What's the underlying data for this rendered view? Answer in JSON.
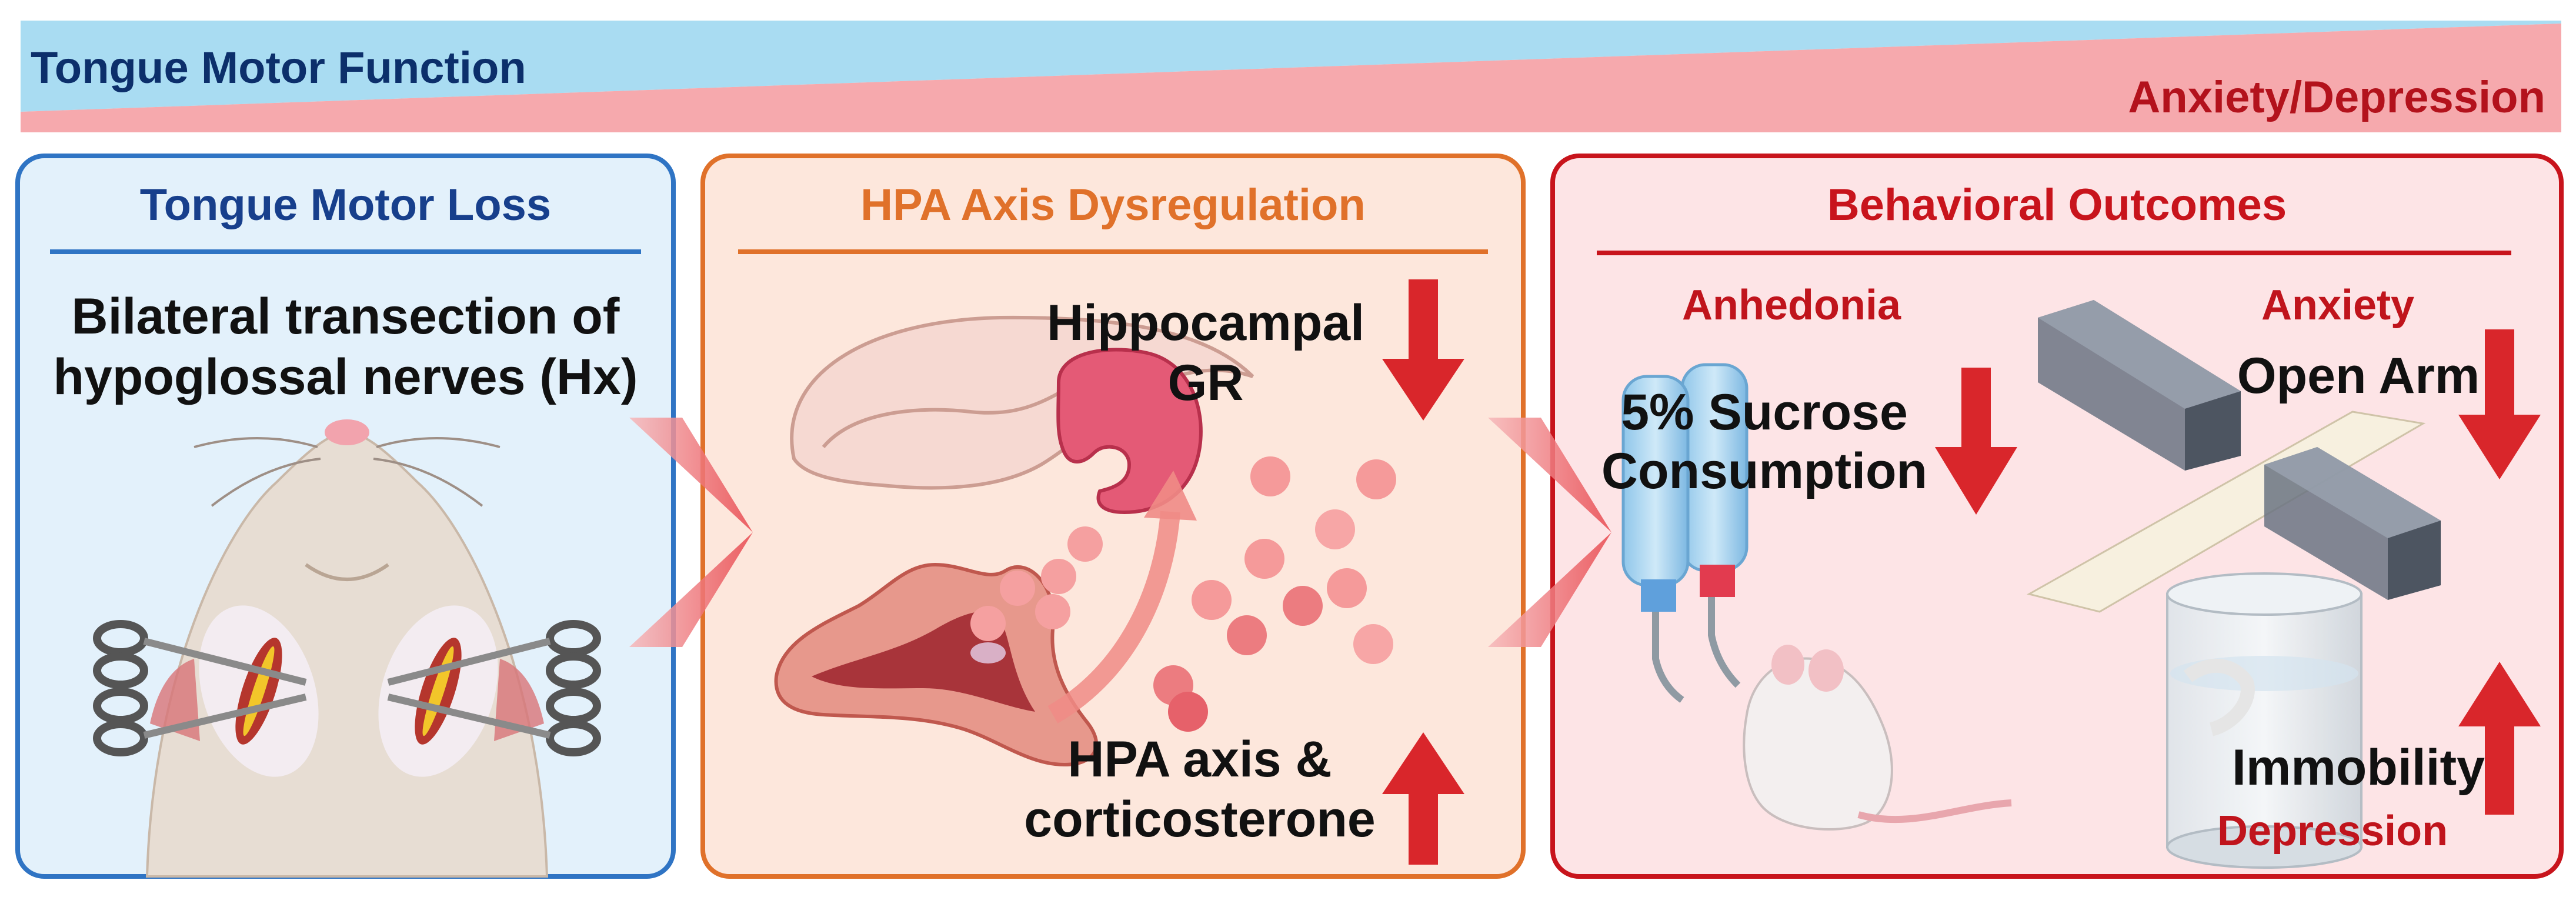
{
  "banner": {
    "left_label": "Tongue Motor Function",
    "right_label": "Anxiety/Depression",
    "colors": {
      "left": "#a9dcf2",
      "right": "#f6a9ad",
      "left_text": "#0c2f6b",
      "right_text": "#b3121c"
    }
  },
  "panels": [
    {
      "title": "Tongue Motor Loss",
      "lines": [
        "Bilateral transection of",
        "hypoglossal nerves (Hx)"
      ],
      "colors": {
        "border": "#2f74c4",
        "fill": "#e3f1fb",
        "title": "#173f8c"
      },
      "icons": [
        "rat-head-icon",
        "scissors-icon"
      ]
    },
    {
      "title": "HPA Axis Dysregulation",
      "top_label_lines": [
        "Hippocampal",
        "GR"
      ],
      "bottom_label_lines": [
        "HPA axis &",
        "corticosterone"
      ],
      "arrows": {
        "top": "down",
        "bottom": "up"
      },
      "colors": {
        "border": "#e0712a",
        "fill": "#fde7dc",
        "title": "#e0712a"
      },
      "icons": [
        "hippocampus-icon",
        "receptor-icon",
        "adrenal-gland-icon",
        "hormone-particle-icon"
      ]
    },
    {
      "title": "Behavioral Outcomes",
      "anhedonia": {
        "heading": "Anhedonia",
        "label_lines": [
          "5% Sucrose",
          "Consumption"
        ],
        "arrow": "down"
      },
      "anxiety": {
        "heading": "Anxiety",
        "label": "Open Arm",
        "arrow": "down"
      },
      "depression": {
        "label": "Immobility",
        "heading": "Depression",
        "arrow": "up"
      },
      "colors": {
        "border": "#c8141c",
        "fill": "#fde4e6",
        "title": "#c8141c"
      },
      "icons": [
        "water-bottle-icon",
        "mouse-icon",
        "elevated-plus-maze-icon",
        "swim-cylinder-icon"
      ]
    }
  ],
  "colors": {
    "arrow_red": "#d9262b",
    "chevron": "#ee6f73"
  }
}
